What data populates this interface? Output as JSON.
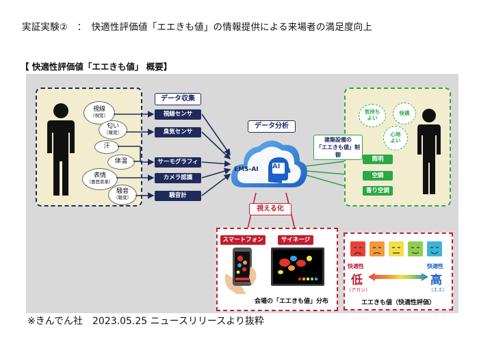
{
  "title": "実証実験②　：　快適性評価値「エエきも値」の情報提供による来場者の満足度向上",
  "subtitle": "【 快適性評価値「エエきも値」 概要】",
  "left": {
    "senses": [
      {
        "label": "視線",
        "sub": "（視覚）"
      },
      {
        "label": "匂い",
        "sub": "（嗅覚）"
      },
      {
        "label": "汗",
        "sub": ""
      },
      {
        "label": "体温",
        "sub": ""
      },
      {
        "label": "表情",
        "sub": "（喜怒哀楽）"
      },
      {
        "label": "騒音",
        "sub": "（聴覚）"
      }
    ]
  },
  "collection": {
    "header": "データ収集",
    "sensors": [
      "視線センサ",
      "臭気センサ",
      "サーモグラフィ",
      "カメラ認識",
      "騒音計"
    ]
  },
  "analysis": {
    "header": "データ分析",
    "engine": "EMS-AI",
    "ai_badge": "AI"
  },
  "control": {
    "label_line1": "建築設備の",
    "label_line2": "「エエきも値」制御",
    "outputs": [
      "照明",
      "空調",
      "香り空調"
    ],
    "feelings": [
      {
        "line1": "気持ち",
        "line2": "よい"
      },
      {
        "line1": "快適",
        "line2": ""
      },
      {
        "line1": "心地",
        "line2": "よい"
      }
    ]
  },
  "visualize": {
    "header": "視える化",
    "smartphone": "スマートフォン",
    "signage": "サイネージ",
    "caption": "会場の「エエきも値」分布"
  },
  "evaluation": {
    "low_label": "快適性",
    "low_big": "低",
    "low_sub": "（アカン）",
    "high_label": "快適性",
    "high_big": "高",
    "high_sub": "（エエ）",
    "caption": "エエきも値（快適性評価）",
    "face_colors": [
      "#e7423a",
      "#f39a3a",
      "#f3df48",
      "#8fcf4f",
      "#3cb4d8"
    ]
  },
  "colors": {
    "navy": "#1f2a5c",
    "green": "#2aa845",
    "red": "#c01d2e",
    "cloud_blue": "#2b78d8"
  },
  "footer": "※きんでん社　2023.05.25 ニュースリリースより抜粋"
}
